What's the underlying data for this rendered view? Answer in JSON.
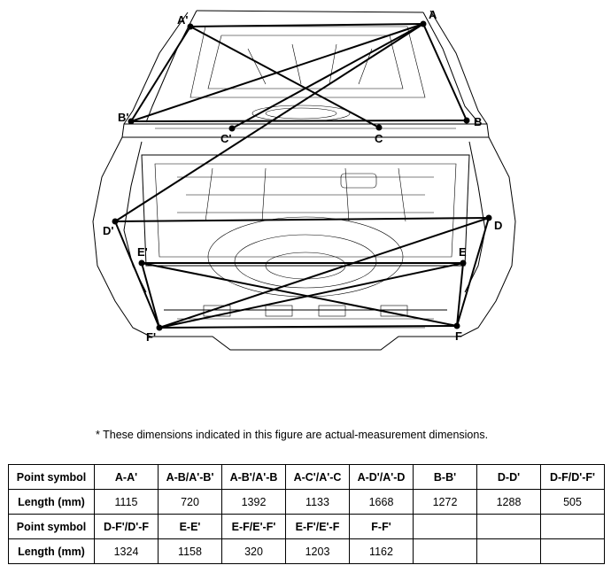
{
  "points": [
    {
      "id": "A",
      "label": "A"
    },
    {
      "id": "A_p",
      "label": "A'"
    },
    {
      "id": "B",
      "label": "B"
    },
    {
      "id": "B_p",
      "label": "B'"
    },
    {
      "id": "C",
      "label": "C"
    },
    {
      "id": "C_p",
      "label": "C'"
    },
    {
      "id": "D",
      "label": "D"
    },
    {
      "id": "D_p",
      "label": "D'"
    },
    {
      "id": "E",
      "label": "E"
    },
    {
      "id": "E_p",
      "label": "E'"
    },
    {
      "id": "F",
      "label": "F"
    },
    {
      "id": "F_p",
      "label": "F'"
    }
  ],
  "note": "* These dimensions indicated in this figure are actual-measurement dimensions.",
  "table": {
    "row_header_symbol": "Point symbol",
    "row_header_length": "Length (mm)",
    "rows": [
      {
        "symbols": [
          "A-A'",
          "A-B/A'-B'",
          "A-B'/A'-B",
          "A-C'/A'-C",
          "A-D'/A'-D",
          "B-B'",
          "D-D'",
          "D-F/D'-F'"
        ],
        "lengths": [
          "1115",
          "720",
          "1392",
          "1133",
          "1668",
          "1272",
          "1288",
          "505"
        ]
      },
      {
        "symbols": [
          "D-F'/D'-F",
          "E-E'",
          "E-F/E'-F'",
          "E-F'/E'-F",
          "F-F'",
          "",
          "",
          ""
        ],
        "lengths": [
          "1324",
          "1158",
          "320",
          "1203",
          "1162",
          "",
          "",
          ""
        ]
      }
    ]
  }
}
